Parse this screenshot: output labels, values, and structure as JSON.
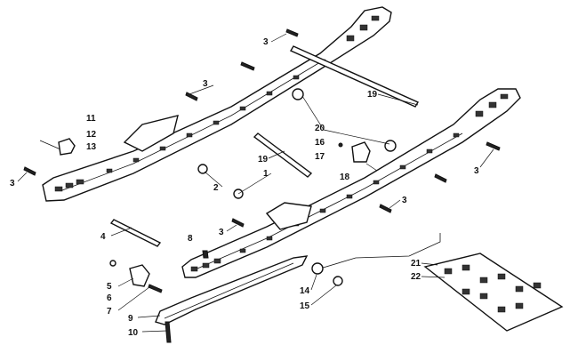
{
  "diagram": {
    "callouts": [
      {
        "id": "c3a",
        "text": "3"
      },
      {
        "id": "c3b",
        "text": "3"
      },
      {
        "id": "c3c",
        "text": "3"
      },
      {
        "id": "c3d",
        "text": "3"
      },
      {
        "id": "c3e",
        "text": "3"
      },
      {
        "id": "c3f",
        "text": "3"
      },
      {
        "id": "c3g",
        "text": "3"
      },
      {
        "id": "c19a",
        "text": "19"
      },
      {
        "id": "c19b",
        "text": "19"
      },
      {
        "id": "c20",
        "text": "20"
      },
      {
        "id": "c16",
        "text": "16"
      },
      {
        "id": "c17",
        "text": "17"
      },
      {
        "id": "c18",
        "text": "18"
      },
      {
        "id": "c11",
        "text": "11"
      },
      {
        "id": "c12",
        "text": "12"
      },
      {
        "id": "c13",
        "text": "13"
      },
      {
        "id": "c1",
        "text": "1"
      },
      {
        "id": "c2",
        "text": "2"
      },
      {
        "id": "c4",
        "text": "4"
      },
      {
        "id": "c8",
        "text": "8"
      },
      {
        "id": "c5",
        "text": "5"
      },
      {
        "id": "c6",
        "text": "6"
      },
      {
        "id": "c7",
        "text": "7"
      },
      {
        "id": "c9",
        "text": "9"
      },
      {
        "id": "c10",
        "text": "10"
      },
      {
        "id": "c14",
        "text": "14"
      },
      {
        "id": "c15",
        "text": "15"
      },
      {
        "id": "c21",
        "text": "21"
      },
      {
        "id": "c22",
        "text": "22"
      }
    ]
  }
}
